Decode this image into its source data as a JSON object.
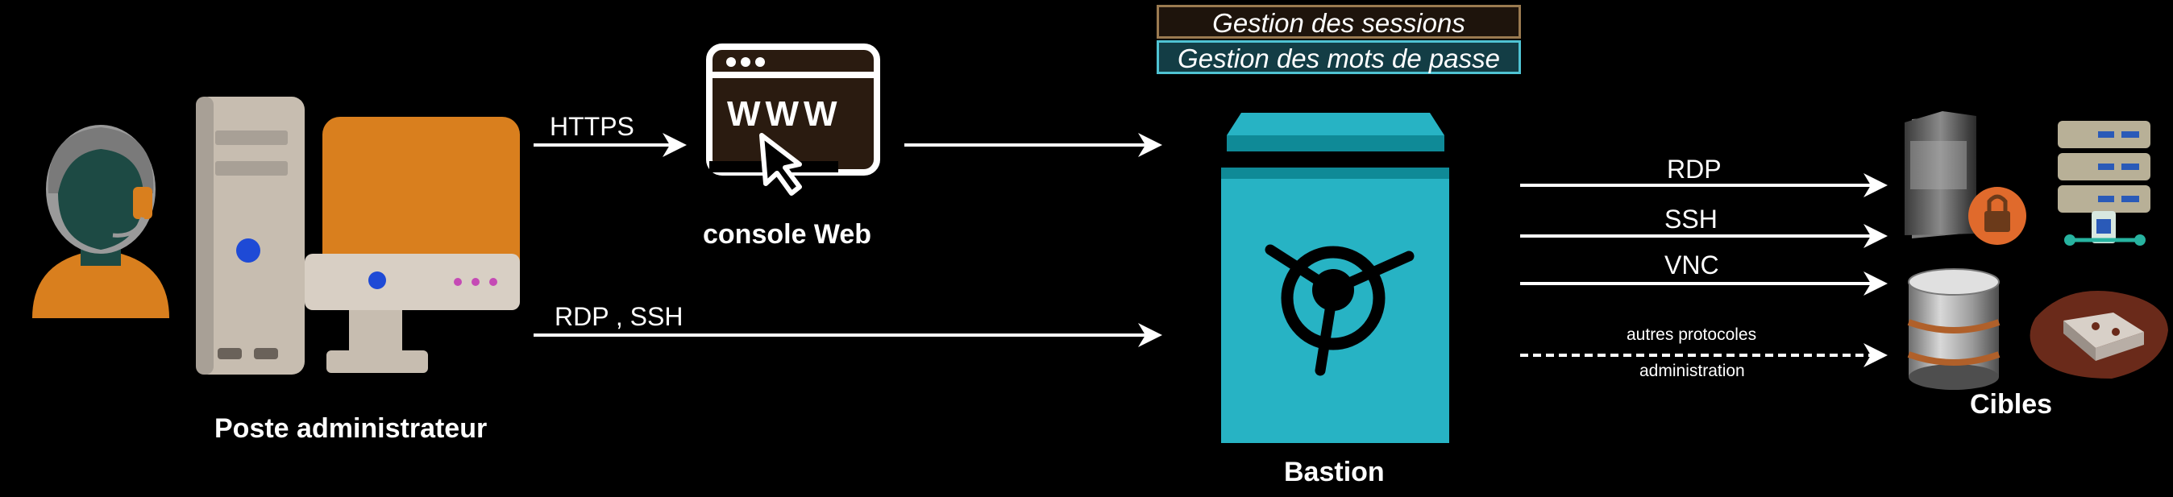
{
  "admin": {
    "caption": "Poste administrateur"
  },
  "console": {
    "caption": "console Web",
    "browser_text": "WWW"
  },
  "bastion": {
    "caption": "Bastion"
  },
  "badges": {
    "sessions": "Gestion des sessions",
    "passwords": "Gestion des mots de passe"
  },
  "links": {
    "https": "HTTPS",
    "rdp_ssh": "RDP , SSH",
    "rdp": "RDP",
    "ssh": "SSH",
    "vnc": "VNC",
    "other_top": "autres protocoles",
    "other_bottom": "administration"
  },
  "targets": {
    "caption": "Cibles"
  },
  "colors": {
    "background": "#000000",
    "arrow": "#ffffff",
    "bastion_teal": "#27b3c4",
    "monitor_orange": "#d97f1e",
    "tower_beige": "#c7bdb0",
    "badge_sessions_bg": "#1e140c",
    "badge_sessions_border": "#9a7a50",
    "badge_passwords_bg": "#133d45",
    "badge_passwords_border": "#4fc3d3"
  }
}
